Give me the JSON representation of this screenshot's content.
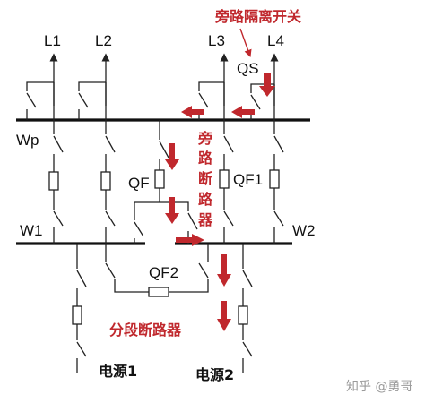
{
  "labels": {
    "l1": "L1",
    "l2": "L2",
    "l3": "L3",
    "l4": "L4",
    "qs": "QS",
    "wp": "Wp",
    "qf": "QF",
    "qf1": "QF1",
    "w1": "W1",
    "w2": "W2",
    "qf2": "QF2",
    "source1": "电源1",
    "source2": "电源2"
  },
  "annotations": {
    "bypass_isolator": "旁路隔离开关",
    "bypass_breaker": [
      "旁",
      "路",
      "断",
      "路",
      "器"
    ],
    "section_breaker": "分段断路器"
  },
  "watermark": "知乎 @勇哥",
  "colors": {
    "line": "#222222",
    "annotation": "#c0282d",
    "arrow": "#c0282d",
    "watermark": "#9a9a9a"
  }
}
